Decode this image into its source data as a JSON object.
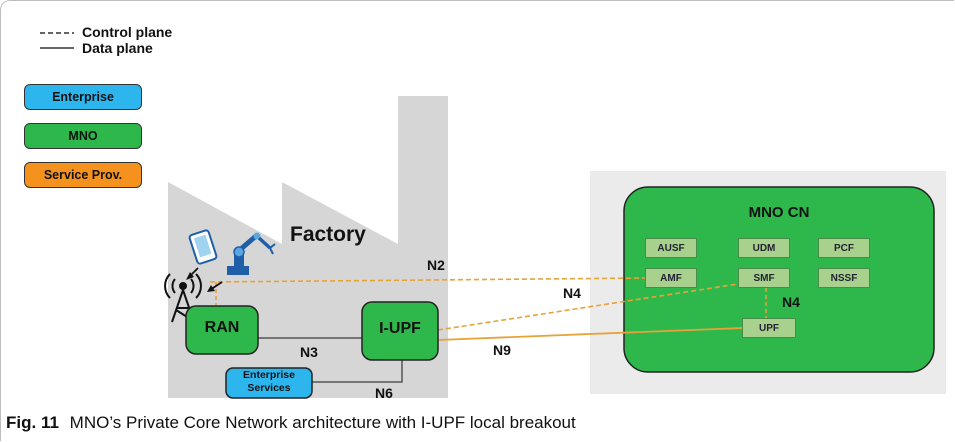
{
  "legend": {
    "control_plane": "Control plane",
    "data_plane": "Data plane",
    "categories": [
      {
        "label": "Enterprise",
        "color": "#2db6ee"
      },
      {
        "label": "MNO",
        "color": "#2eb84b"
      },
      {
        "label": "Service Prov.",
        "color": "#f5921e"
      }
    ]
  },
  "factory": {
    "label": "Factory",
    "ran": "RAN",
    "iupf": "I-UPF",
    "enterprise_services": "Enterprise Services"
  },
  "mno_cn": {
    "title": "MNO CN",
    "functions_row1": [
      "AUSF",
      "UDM",
      "PCF"
    ],
    "functions_row2": [
      "AMF",
      "SMF",
      "NSSF"
    ],
    "upf": "UPF"
  },
  "interfaces": {
    "n2": "N2",
    "n3": "N3",
    "n4_left": "N4",
    "n4_right": "N4",
    "n6": "N6",
    "n9": "N9"
  },
  "colors": {
    "mno_green": "#2eb84b",
    "function_green": "#a9d18e",
    "enterprise_blue": "#2db6ee",
    "link_orange": "#e8a23a",
    "factory_gray": "#d6d6d6",
    "cn_panel_gray": "#ebebeb"
  },
  "caption": {
    "fig_label": "Fig. 11",
    "text": "MNO’s Private Core Network architecture with I-UPF local breakout"
  }
}
